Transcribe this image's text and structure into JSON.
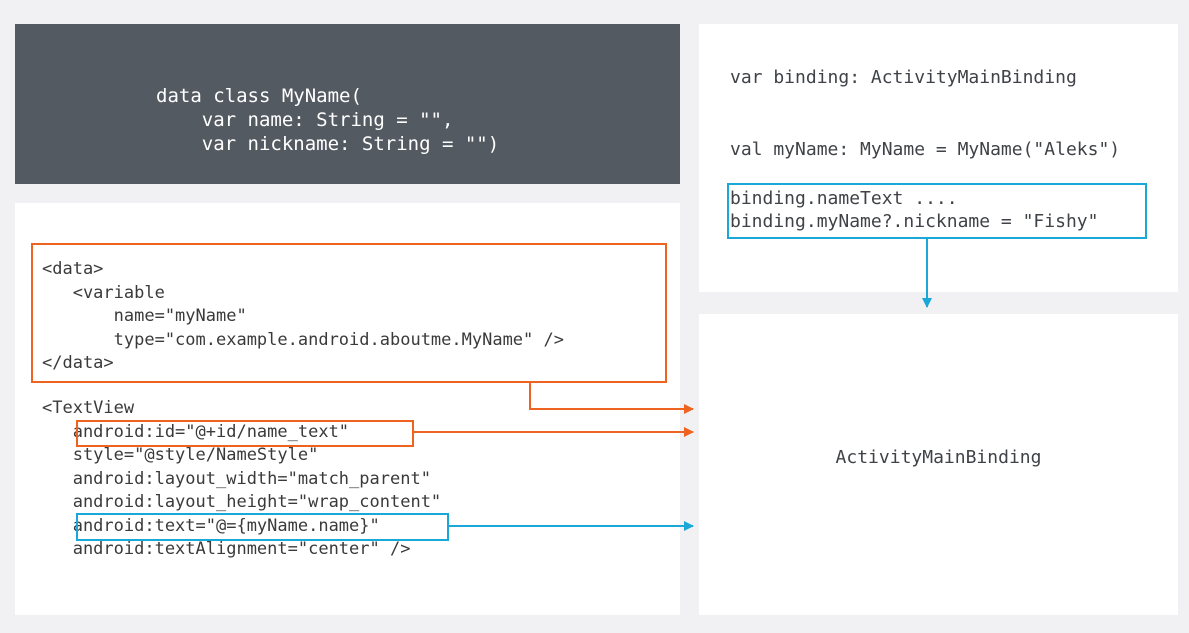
{
  "kotlin_data_class": {
    "code": "data class MyName(\n    var name: String = \"\",\n    var nickname: String = \"\")"
  },
  "xml_layout": {
    "data_block": "<data>\n   <variable\n       name=\"myName\"\n       type=\"com.example.android.aboutme.MyName\" />\n</data>",
    "textview_block": "<TextView\n   android:id=\"@+id/name_text\"\n   style=\"@style/NameStyle\"\n   android:layout_width=\"match_parent\"\n   android:layout_height=\"wrap_content\"\n   android:text=\"@={myName.name}\"\n   android:textAlignment=\"center\" />"
  },
  "activity_code": {
    "binding_decl": "var binding: ActivityMainBinding",
    "myname_decl": "val myName: MyName = MyName(\"Aleks\")",
    "name_text_line": "binding.nameText ....",
    "nickname_line": "binding.myName?.nickname = \"Fishy\""
  },
  "binding_class": {
    "label": "ActivityMainBinding"
  },
  "colors": {
    "orange_highlight": "#ef6320",
    "blue_highlight": "#1aa8d8",
    "dark_panel": "#545a62"
  }
}
